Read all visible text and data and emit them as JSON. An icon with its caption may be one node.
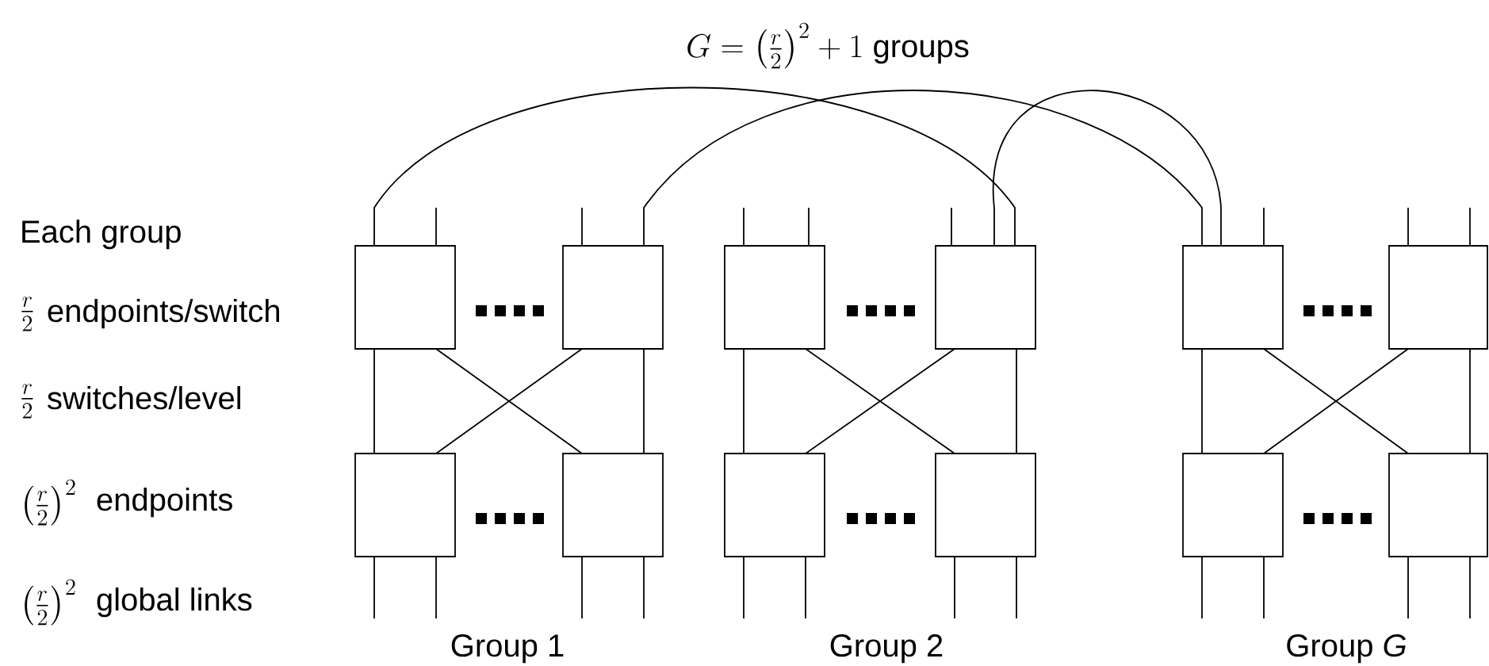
{
  "diagram": {
    "title": "G = \\left(\\frac{r}{2}\\right)^{2} + 1 \\text{ groups}",
    "nodes": [
      {
        "text": [],
        "shape": "box"
      },
      {
        "text": [],
        "shape": "box"
      },
      {
        "text": [],
        "shape": "box"
      },
      {
        "text": [],
        "shape": "box"
      },
      {
        "text": [],
        "shape": "box"
      },
      {
        "text": [],
        "shape": "box"
      },
      {
        "text": [],
        "shape": "box"
      },
      {
        "text": [],
        "shape": "box"
      },
      {
        "text": [],
        "shape": "box"
      },
      {
        "text": [],
        "shape": "box"
      },
      {
        "text": [],
        "shape": "box"
      },
      {
        "text": [],
        "shape": "box"
      }
    ],
    "edges": [
      {
        "from": 0,
        "to": 2,
        "arrow": "none"
      },
      {
        "from": 0,
        "to": 3,
        "arrow": "none"
      },
      {
        "from": 1,
        "to": 2,
        "arrow": "none"
      },
      {
        "from": 1,
        "to": 3,
        "arrow": "none"
      },
      {
        "from": 4,
        "to": 6,
        "arrow": "none"
      },
      {
        "from": 4,
        "to": 7,
        "arrow": "none"
      },
      {
        "from": 5,
        "to": 6,
        "arrow": "none"
      },
      {
        "from": 5,
        "to": 7,
        "arrow": "none"
      },
      {
        "from": 8,
        "to": 10,
        "arrow": "none"
      },
      {
        "from": 8,
        "to": 11,
        "arrow": "none"
      },
      {
        "from": 9,
        "to": 10,
        "arrow": "none"
      },
      {
        "from": 9,
        "to": 11,
        "arrow": "none"
      },
      {
        "from": 0,
        "to": 5,
        "arrow": "none"
      },
      {
        "from": 1,
        "to": 8,
        "arrow": "none"
      },
      {
        "from": 5,
        "to": 8,
        "arrow": "none"
      },
      {
        "from": 0,
        "to": null,
        "arrow": "none"
      },
      {
        "from": 1,
        "to": null,
        "arrow": "none"
      },
      {
        "from": 4,
        "to": null,
        "arrow": "none"
      },
      {
        "from": 4,
        "to": null,
        "arrow": "none"
      },
      {
        "from": 5,
        "to": null,
        "arrow": "none"
      },
      {
        "from": 8,
        "to": null,
        "arrow": "none"
      },
      {
        "from": 9,
        "to": null,
        "arrow": "none"
      },
      {
        "from": 9,
        "to": null,
        "arrow": "none"
      },
      {
        "from": 2,
        "to": null,
        "arrow": "none"
      },
      {
        "from": 2,
        "to": null,
        "arrow": "none"
      },
      {
        "from": 3,
        "to": null,
        "arrow": "none"
      },
      {
        "from": 3,
        "to": null,
        "arrow": "none"
      },
      {
        "from": 6,
        "to": null,
        "arrow": "none"
      },
      {
        "from": 6,
        "to": null,
        "arrow": "none"
      },
      {
        "from": 7,
        "to": null,
        "arrow": "none"
      },
      {
        "from": 7,
        "to": null,
        "arrow": "none"
      },
      {
        "from": 10,
        "to": null,
        "arrow": "none"
      },
      {
        "from": 10,
        "to": null,
        "arrow": "none"
      },
      {
        "from": 11,
        "to": null,
        "arrow": "none"
      },
      {
        "from": 11,
        "to": null,
        "arrow": "none"
      }
    ],
    "labels": [
      "Each group",
      "\\frac{r}{2}",
      "endpoints/switch",
      "\\frac{r}{2}",
      "switches/level",
      "\\left(\\frac{r}{2}\\right)^{2}",
      "endpoints",
      "\\left(\\frac{r}{2}\\right)^{2}",
      "global links",
      "Group 1",
      "Group 2",
      "Group *G*"
    ]
  }
}
